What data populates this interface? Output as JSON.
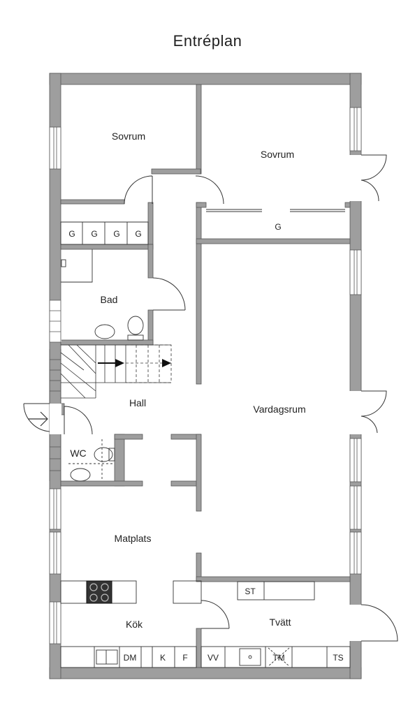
{
  "title": "Entréplan",
  "colors": {
    "wall": "#9e9e9e",
    "wall_outline": "#555555",
    "line": "#333333",
    "background": "#ffffff"
  },
  "rooms": {
    "sovrum_1": "Sovrum",
    "sovrum_2": "Sovrum",
    "bad": "Bad",
    "hall": "Hall",
    "wc": "WC",
    "vardagsrum": "Vardagsrum",
    "matplats": "Matplats",
    "kok": "Kök",
    "tvatt": "Tvätt"
  },
  "fixtures": {
    "g1": "G",
    "g2": "G",
    "g3": "G",
    "g4": "G",
    "g5": "G",
    "st": "ST",
    "dm": "DM",
    "k": "K",
    "f": "F",
    "vv": "VV",
    "tm": "TM",
    "ts": "TS"
  }
}
